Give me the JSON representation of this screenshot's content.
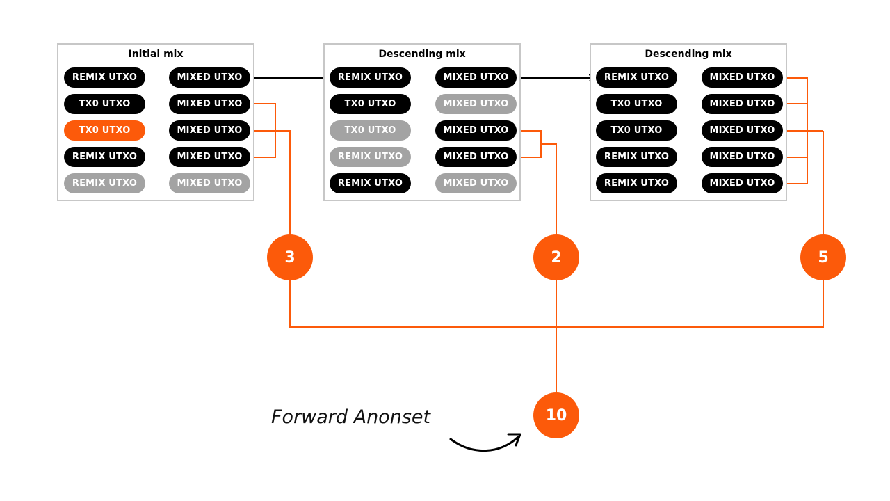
{
  "boxes": [
    {
      "title": "Initial mix",
      "left": [
        {
          "label": "REMIX UTXO",
          "style": "black"
        },
        {
          "label": "TX0 UTXO",
          "style": "black"
        },
        {
          "label": "TX0 UTXO",
          "style": "orange"
        },
        {
          "label": "REMIX UTXO",
          "style": "black"
        },
        {
          "label": "REMIX UTXO",
          "style": "gray"
        }
      ],
      "right": [
        {
          "label": "MIXED UTXO",
          "style": "black"
        },
        {
          "label": "MIXED UTXO",
          "style": "black"
        },
        {
          "label": "MIXED UTXO",
          "style": "black"
        },
        {
          "label": "MIXED UTXO",
          "style": "black"
        },
        {
          "label": "MIXED UTXO",
          "style": "gray"
        }
      ]
    },
    {
      "title": "Descending mix",
      "left": [
        {
          "label": "REMIX UTXO",
          "style": "black"
        },
        {
          "label": "TX0 UTXO",
          "style": "black"
        },
        {
          "label": "TX0 UTXO",
          "style": "gray"
        },
        {
          "label": "REMIX UTXO",
          "style": "gray"
        },
        {
          "label": "REMIX UTXO",
          "style": "black"
        }
      ],
      "right": [
        {
          "label": "MIXED UTXO",
          "style": "black"
        },
        {
          "label": "MIXED UTXO",
          "style": "gray"
        },
        {
          "label": "MIXED UTXO",
          "style": "black"
        },
        {
          "label": "MIXED UTXO",
          "style": "black"
        },
        {
          "label": "MIXED UTXO",
          "style": "gray"
        }
      ]
    },
    {
      "title": "Descending mix",
      "left": [
        {
          "label": "REMIX UTXO",
          "style": "black"
        },
        {
          "label": "TX0 UTXO",
          "style": "black"
        },
        {
          "label": "TX0 UTXO",
          "style": "black"
        },
        {
          "label": "REMIX UTXO",
          "style": "black"
        },
        {
          "label": "REMIX UTXO",
          "style": "black"
        }
      ],
      "right": [
        {
          "label": "MIXED UTXO",
          "style": "black"
        },
        {
          "label": "MIXED UTXO",
          "style": "black"
        },
        {
          "label": "MIXED UTXO",
          "style": "black"
        },
        {
          "label": "MIXED UTXO",
          "style": "black"
        },
        {
          "label": "MIXED UTXO",
          "style": "black"
        }
      ]
    }
  ],
  "counts": {
    "first": "3",
    "second": "2",
    "third": "5",
    "total": "10"
  },
  "caption": "Forward Anonset",
  "colors": {
    "accent": "#fc5a0a",
    "black": "#000000",
    "gray": "#a3a3a3",
    "border": "#c7c7c7"
  }
}
